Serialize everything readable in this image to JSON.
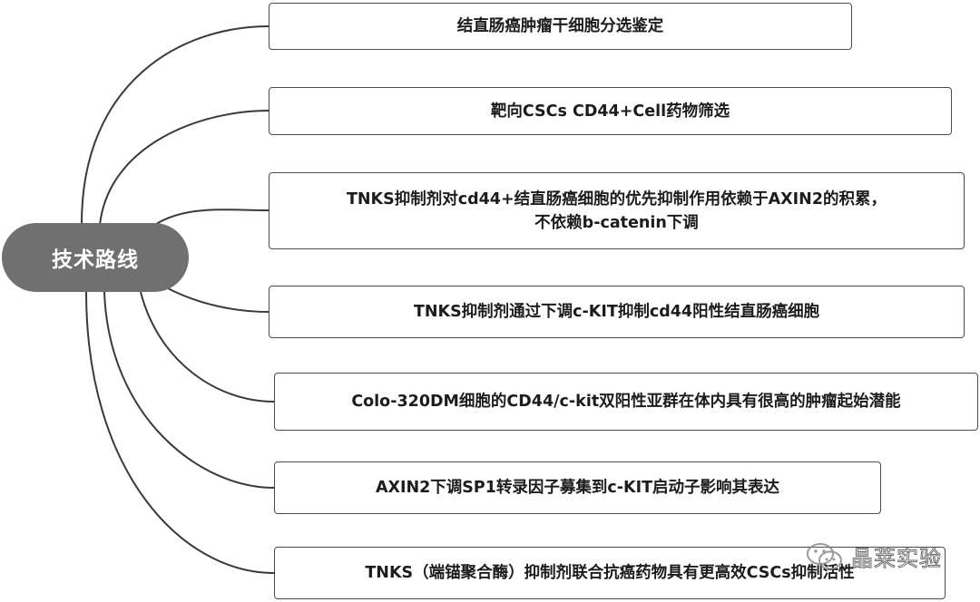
{
  "root": {
    "label": "技术路线"
  },
  "branches": [
    {
      "lines": [
        "结直肠癌肿瘤干细胞分选鉴定"
      ]
    },
    {
      "lines": [
        "靶向CSCs CD44+Cell药物筛选"
      ]
    },
    {
      "lines": [
        "TNKS抑制剂对cd44+结直肠癌细胞的优先抑制作用依赖于AXIN2的积累，",
        "不依赖b-catenin下调"
      ]
    },
    {
      "lines": [
        "TNKS抑制剂通过下调c-KIT抑制cd44阳性结直肠癌细胞"
      ]
    },
    {
      "lines": [
        "Colo-320DM细胞的CD44/c-kit双阳性亚群在体内具有很高的肿瘤起始潜能"
      ]
    },
    {
      "lines": [
        "AXIN2下调SP1转录因子募集到c-KIT启动子影响其表达"
      ]
    },
    {
      "lines": [
        "TNKS（端锚聚合酶）抑制剂联合抗癌药物具有更高效CSCs抑制活性"
      ]
    }
  ],
  "watermark": {
    "text": "晶莱实验",
    "icon": "wechat-icon"
  },
  "colors": {
    "root_fill": "#707070",
    "root_text": "#ffffff",
    "box_border": "#4a4a4a",
    "connector": "#3a3a3a"
  }
}
